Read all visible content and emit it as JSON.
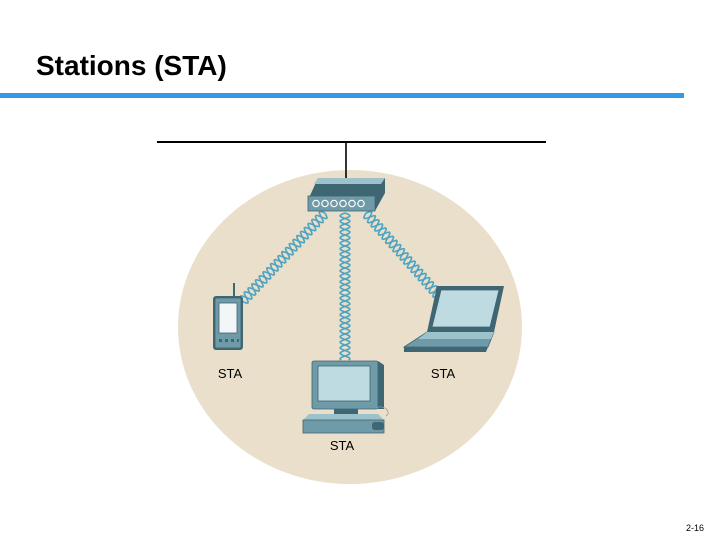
{
  "slide": {
    "title": "Stations (STA)",
    "page_number": "2-16"
  },
  "diagram": {
    "access_point": {
      "icon": "access-point-icon"
    },
    "stations": [
      {
        "label": "STA",
        "device": "pda",
        "icon": "pda-icon"
      },
      {
        "label": "STA",
        "device": "desktop",
        "icon": "desktop-computer-icon"
      },
      {
        "label": "STA",
        "device": "laptop",
        "icon": "laptop-icon"
      }
    ]
  },
  "colors": {
    "title_rule": "#3399e6",
    "bss_area": "#e9dfca",
    "device_body": "#6f9aa8",
    "device_dark": "#3f6673",
    "device_light": "#9cc2cc",
    "wireless_signal": "#4fa3c0",
    "backbone": "#000000"
  }
}
